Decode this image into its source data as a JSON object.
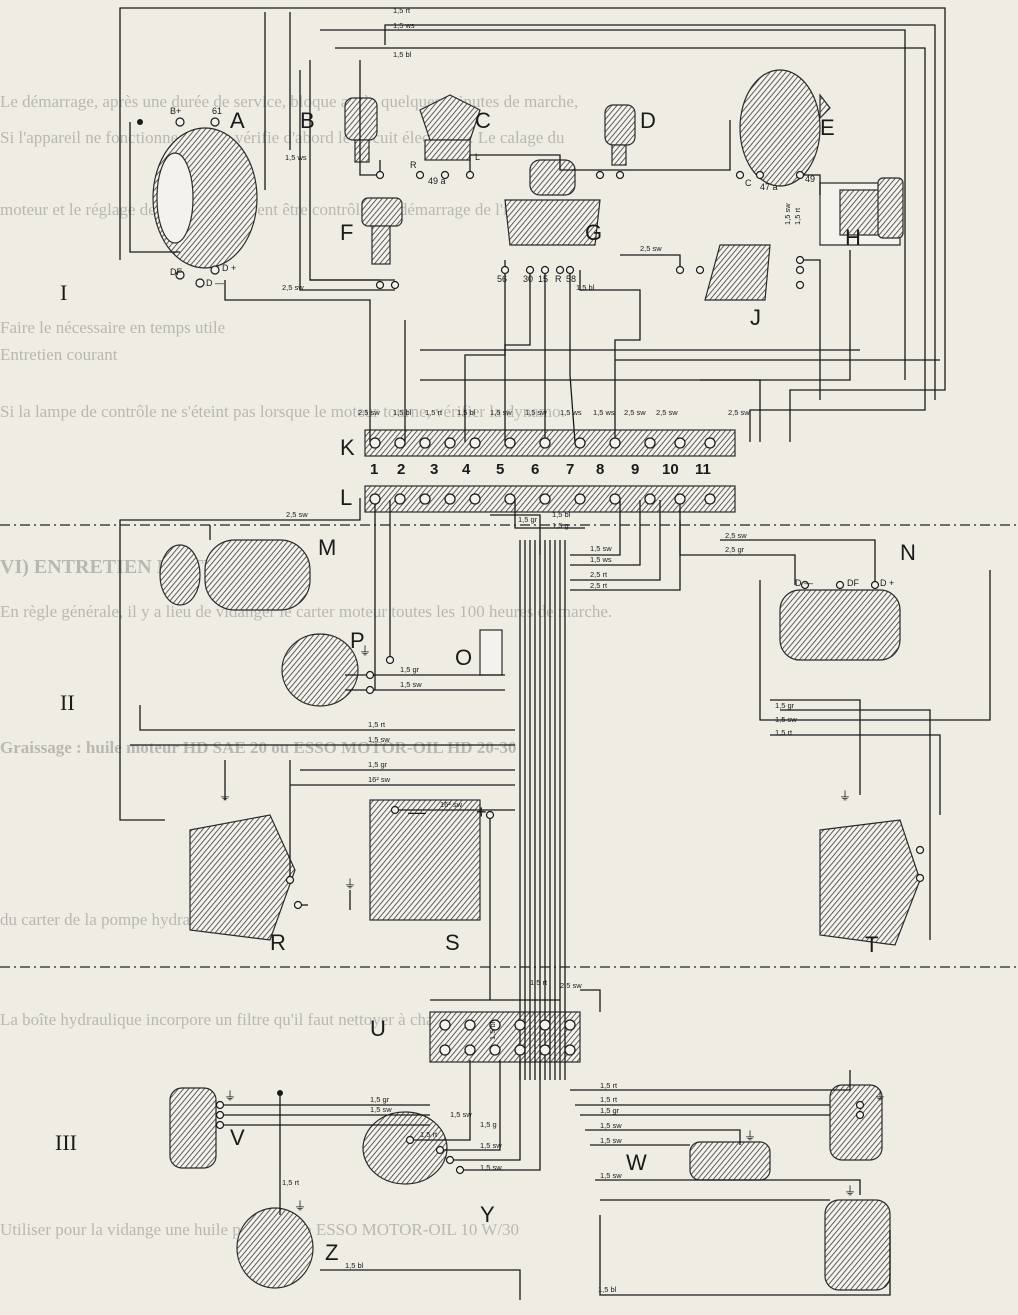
{
  "background_text": [
    "Le démarrage, après une durée de service, bloque après quelques minutes de marche,",
    "Si l'appareil ne fonctionne pas, on vérifie d'abord le circuit électrique. Le calage du",
    "moteur et le réglage de la pompe doivent être contrôlés au démarrage de l'installation.",
    "Faire le nécessaire en temps utile",
    "Entretien courant",
    "Si la lampe de contrôle ne s'éteint pas lorsque le moteur tourne, vérifier la dynamo.",
    "VI) ENTRETIEN DU TRACTEUR",
    "En règle générale, il y a lieu de vidanger le carter moteur toutes les 100 heures de marche.",
    "Graissage : huile moteur HD SAE 20 ou ESSO MOTOR-OIL HD 20-30",
    "du carter de la pompe hydraulique",
    "La boîte hydraulique incorpore un filtre qu'il faut nettoyer à chaque vidange.",
    "Utiliser pour la vidange une huile polyvalente ESSO MOTOR-OIL 10 W/30"
  ],
  "components": {
    "A": "A",
    "B": "B",
    "C": "C",
    "D": "D",
    "E": "E",
    "F": "F",
    "G": "G",
    "H": "H",
    "J": "J",
    "K": "K",
    "L": "L",
    "M": "M",
    "N": "N",
    "O": "O",
    "P": "P",
    "R": "R",
    "S": "S",
    "T": "T",
    "U": "U",
    "V": "V",
    "W": "W",
    "Y": "Y",
    "Z": "Z"
  },
  "sections": {
    "I": "I",
    "II": "II",
    "III": "III"
  },
  "terminal_numbers": [
    "1",
    "2",
    "3",
    "4",
    "5",
    "6",
    "7",
    "8",
    "9",
    "10",
    "11"
  ],
  "terminals": {
    "A_b_plus": "B+",
    "A_61": "61",
    "A_df": "DF",
    "A_d_plus": "D +",
    "A_d_minus": "D —",
    "C_r": "R",
    "C_49a": "49 a",
    "C_l": "L",
    "E_c": "C",
    "E_49a": "47 a",
    "E_49": "49",
    "G_56": "56",
    "G_30": "30",
    "G_15": "15",
    "G_r": "R",
    "G_58": "58",
    "N_d_minus": "D —",
    "N_df": "DF",
    "N_d_plus": "D +",
    "S_minus": "—",
    "S_plus": "+"
  },
  "wire_labels": {
    "w_top_rt": "1,5 rt",
    "w_top_ws": "1,5 ws",
    "w_top_bl": "1,5 bl",
    "w_b_ws": "1,5 ws",
    "w_a_sw": "2,5 sw",
    "w_g_sw": "2,5 sw",
    "w_g_bl": "1,5 bl",
    "w_h_sw": "1,5 sw",
    "w_h_rt": "1,5 rt",
    "k1": "2,5 sw",
    "k2": "1,5 bl",
    "k3": "1,5 rt",
    "k4": "1,5 bl",
    "k5": "1,5 sw",
    "k6": "1,5 sw",
    "k7": "1,5 ws",
    "k8": "1,5 ws",
    "k9": "2,5 sw",
    "k10": "2,5 sw",
    "k11": "2,5 sw",
    "l_m": "2,5 sw",
    "l_gr": "1,5 gr",
    "l_bl": "1,5 bl",
    "l_g": "1,5 g",
    "n_sw1": "2,5 sw",
    "n_sw2": "2,5 gr",
    "r_sw": "1,5 sw",
    "r_ws": "1,5 ws",
    "r_rt1": "2,5 rt",
    "r_rt2": "2,5 rt",
    "p_gr": "1,5 gr",
    "p_sw": "1,5 sw",
    "t_gr": "1,5 gr",
    "t_sw": "1,5 sw",
    "t_rt": "1,5 rt",
    "r1": "1,5 rt",
    "r2": "1,5 sw",
    "r3": "1,5 gr",
    "r4": "16² sw",
    "s1": "16² sw",
    "u1": "1,5 rt",
    "u2": "2,5 sw",
    "u3": "1,5 gr",
    "u4": "1,5 sw",
    "u5": "1,5 rt",
    "u6": "1,5 sw",
    "u7": "1,5 g",
    "u8": "1,5 sw",
    "u9": "1,5 sw",
    "u10": "1,5 rt",
    "u11": "1,5 rt",
    "u12": "1,5 gr",
    "u13": "1,5 sw",
    "w1": "1,5 sw",
    "w2": "1,5 sw",
    "z1": "1,5 rt",
    "z2": "1,5 bl",
    "z3": "1,5 bl",
    "u_vert": "1,5 bl"
  }
}
